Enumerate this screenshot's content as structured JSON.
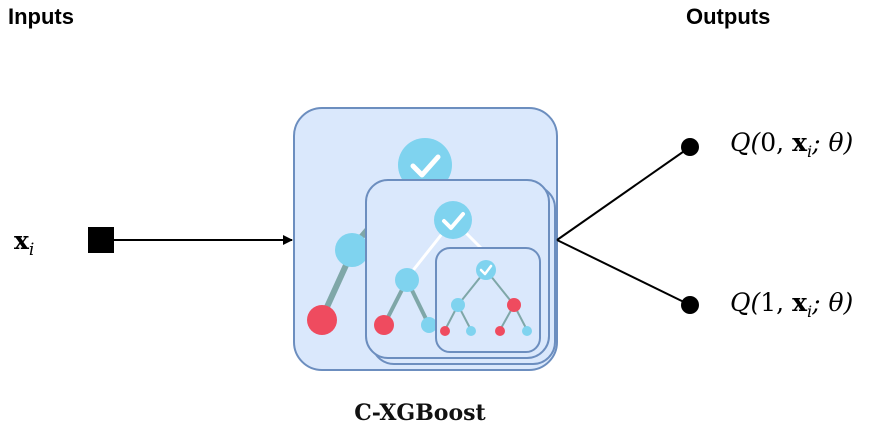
{
  "headings": {
    "inputs": "Inputs",
    "outputs": "Outputs"
  },
  "input": {
    "label": "x",
    "subscript": "i"
  },
  "model": {
    "caption": "C-XGBoost"
  },
  "outputs": [
    {
      "prefix": "Q(",
      "action": "0",
      "mid": ", ",
      "vec": "x",
      "sub": "i",
      "suffix": "; θ)"
    },
    {
      "prefix": "Q(",
      "action": "1",
      "mid": ", ",
      "vec": "x",
      "sub": "i",
      "suffix": "; θ)"
    }
  ],
  "colors": {
    "box_fill": "#dae8fc",
    "box_stroke": "#6c8ebf",
    "leaf_red": "#ef4b5f",
    "node_cyan": "#7fd3ef",
    "line": "#000000"
  }
}
